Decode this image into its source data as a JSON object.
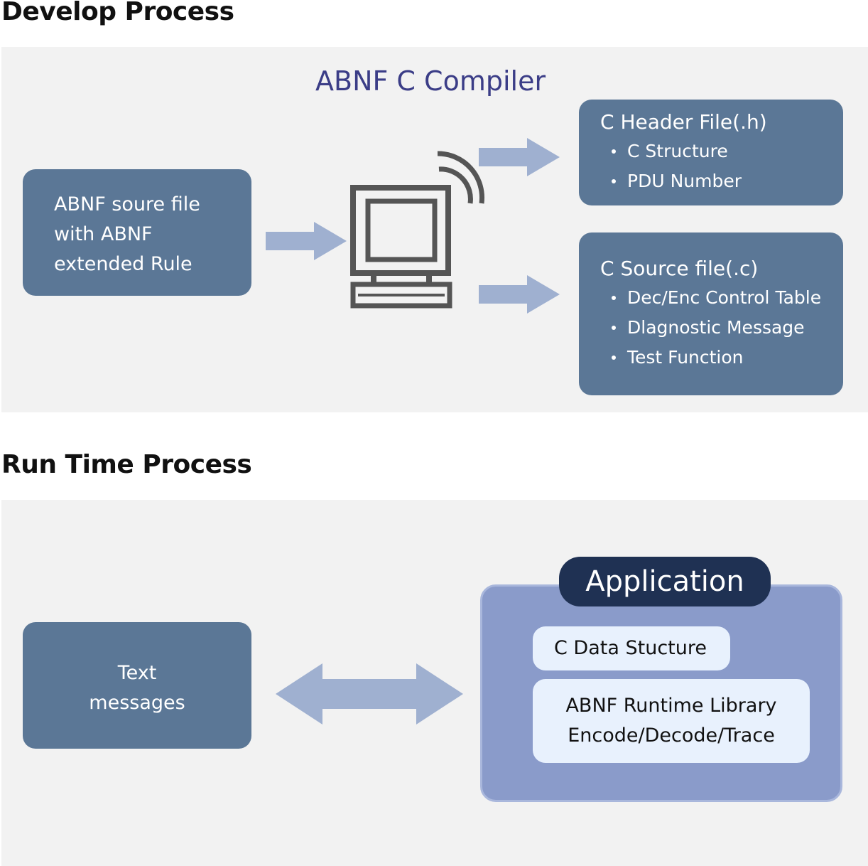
{
  "develop": {
    "title": "Develop Process",
    "compiler_label": "ABNF C Compiler",
    "source_box": {
      "lines": [
        "ABNF soure file",
        "with ABNF",
        "extended Rule"
      ]
    },
    "header_box": {
      "title": "C Header File(.h)",
      "items": [
        "C Structure",
        "PDU Number"
      ]
    },
    "c_source_box": {
      "title": "C Source file(.c)",
      "items": [
        "Dec/Enc Control Table",
        "Dlagnostic Message",
        "Test Function"
      ]
    },
    "icons": {
      "computer": "computer-with-signal-icon"
    }
  },
  "runtime": {
    "title": "Run Time Process",
    "text_box": {
      "lines": [
        "Text",
        "messages"
      ]
    },
    "application": {
      "label": "Application",
      "data_structure": "C Data Stucture",
      "library_lines": [
        "ABNF Runtime Library",
        "Encode/Decode/Trace"
      ]
    }
  },
  "colors": {
    "box_fill": "#5b7796",
    "panel_bg": "#f2f2f2",
    "arrow": "#9fb0d0",
    "compiler_label": "#3b3d87",
    "application_container": "#8a9bca",
    "application_label_bg": "#1f3153",
    "inner_box": "#e8f1fd"
  }
}
